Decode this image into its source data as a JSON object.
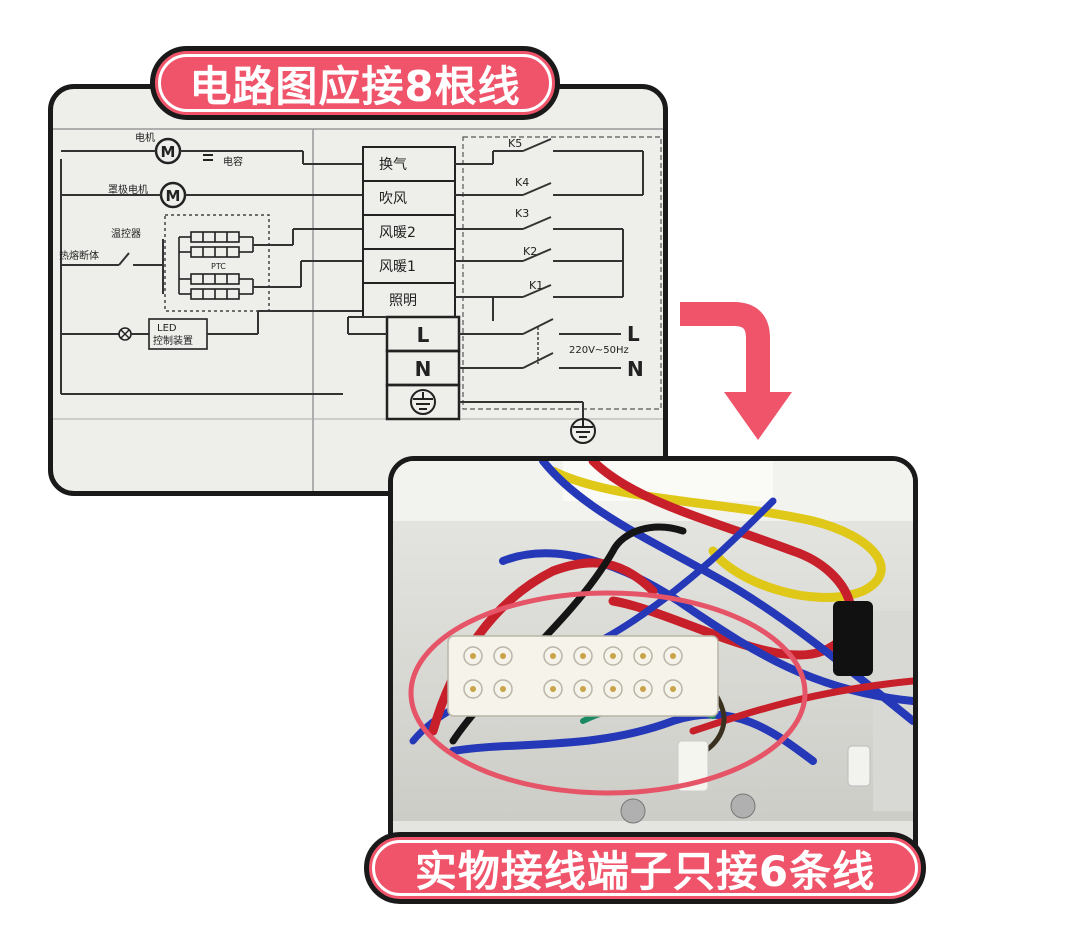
{
  "top_caption": "电路图应接8根线",
  "bottom_caption": "实物接线端子只接6条线",
  "diagram": {
    "motor_label": "电机",
    "capacitor_label": "电容",
    "fan_motor_label": "罩极电机",
    "thermostat_label": "温控器",
    "fuse_label": "热熔断体",
    "ptc_label": "PTC",
    "led_label_1": "LED",
    "led_label_2": "控制装置",
    "motor_symbol": "M",
    "terminals": [
      "换气",
      "吹风",
      "风暖2",
      "风暖1",
      "照明"
    ],
    "big_terminals": [
      "L",
      "N"
    ],
    "switches": [
      "K5",
      "K4",
      "K3",
      "K2",
      "K1"
    ],
    "supply_l": "L",
    "supply_n": "N",
    "supply_rating": "220V~50Hz"
  },
  "colors": {
    "accent": "#f0546a",
    "outline": "#1a1a1a",
    "arrow": "#f0546a"
  }
}
